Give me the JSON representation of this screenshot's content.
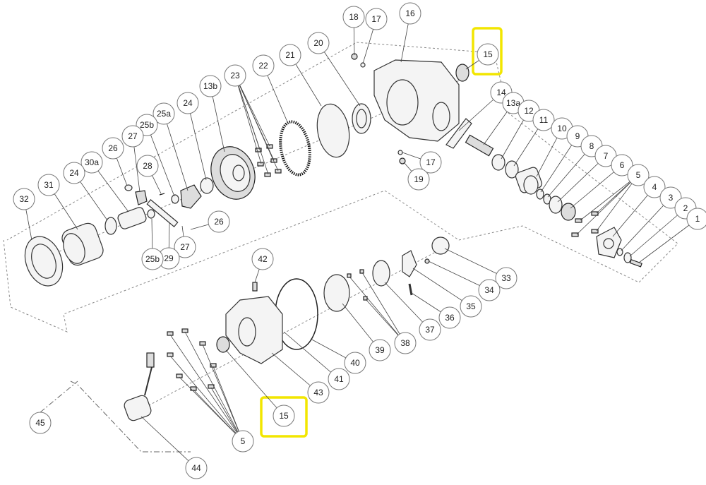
{
  "diagram": {
    "callouts": [
      {
        "label": "18"
      },
      {
        "label": "17"
      },
      {
        "label": "16"
      },
      {
        "label": "20"
      },
      {
        "label": "21"
      },
      {
        "label": "22"
      },
      {
        "label": "23"
      },
      {
        "label": "13b"
      },
      {
        "label": "24"
      },
      {
        "label": "25a"
      },
      {
        "label": "25b"
      },
      {
        "label": "27"
      },
      {
        "label": "26"
      },
      {
        "label": "28"
      },
      {
        "label": "30a"
      },
      {
        "label": "24"
      },
      {
        "label": "31"
      },
      {
        "label": "32"
      },
      {
        "label": "26"
      },
      {
        "label": "27"
      },
      {
        "label": "29"
      },
      {
        "label": "25b"
      },
      {
        "label": "15"
      },
      {
        "label": "14"
      },
      {
        "label": "13a"
      },
      {
        "label": "12"
      },
      {
        "label": "11"
      },
      {
        "label": "10"
      },
      {
        "label": "9"
      },
      {
        "label": "8"
      },
      {
        "label": "7"
      },
      {
        "label": "6"
      },
      {
        "label": "5"
      },
      {
        "label": "4"
      },
      {
        "label": "3"
      },
      {
        "label": "2"
      },
      {
        "label": "1"
      },
      {
        "label": "17"
      },
      {
        "label": "19"
      },
      {
        "label": "42"
      },
      {
        "label": "33"
      },
      {
        "label": "34"
      },
      {
        "label": "35"
      },
      {
        "label": "36"
      },
      {
        "label": "37"
      },
      {
        "label": "38"
      },
      {
        "label": "39"
      },
      {
        "label": "40"
      },
      {
        "label": "41"
      },
      {
        "label": "43"
      },
      {
        "label": "15"
      },
      {
        "label": "45"
      },
      {
        "label": "5"
      },
      {
        "label": "44"
      }
    ],
    "highlight_color": "#f2e600",
    "highlighted_labels": [
      "15",
      "15"
    ]
  }
}
